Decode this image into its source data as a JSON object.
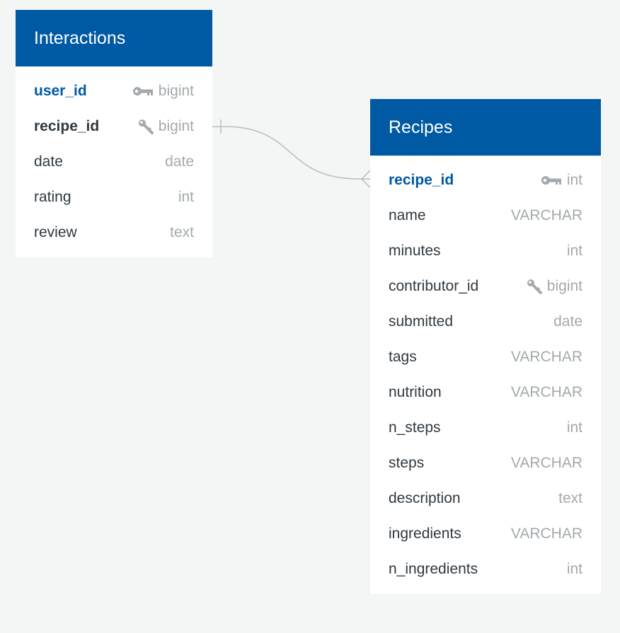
{
  "tables": [
    {
      "id": "interactions",
      "title": "Interactions",
      "columns": [
        {
          "name": "user_id",
          "type": "bigint",
          "key": "primary",
          "icon": "key-icon"
        },
        {
          "name": "recipe_id",
          "type": "bigint",
          "key": "foreign",
          "icon": "foreign-key-icon"
        },
        {
          "name": "date",
          "type": "date",
          "key": "",
          "icon": ""
        },
        {
          "name": "rating",
          "type": "int",
          "key": "",
          "icon": ""
        },
        {
          "name": "review",
          "type": "text",
          "key": "",
          "icon": ""
        }
      ]
    },
    {
      "id": "recipes",
      "title": "Recipes",
      "columns": [
        {
          "name": "recipe_id",
          "type": "int",
          "key": "primary",
          "icon": "key-icon"
        },
        {
          "name": "name",
          "type": "VARCHAR",
          "key": "",
          "icon": ""
        },
        {
          "name": "minutes",
          "type": "int",
          "key": "",
          "icon": ""
        },
        {
          "name": "contributor_id",
          "type": "bigint",
          "key": "foreign-plain",
          "icon": "foreign-key-icon"
        },
        {
          "name": "submitted",
          "type": "date",
          "key": "",
          "icon": ""
        },
        {
          "name": "tags",
          "type": "VARCHAR",
          "key": "",
          "icon": ""
        },
        {
          "name": "nutrition",
          "type": "VARCHAR",
          "key": "",
          "icon": ""
        },
        {
          "name": "n_steps",
          "type": "int",
          "key": "",
          "icon": ""
        },
        {
          "name": "steps",
          "type": "VARCHAR",
          "key": "",
          "icon": ""
        },
        {
          "name": "description",
          "type": "text",
          "key": "",
          "icon": ""
        },
        {
          "name": "ingredients",
          "type": "VARCHAR",
          "key": "",
          "icon": ""
        },
        {
          "name": "n_ingredients",
          "type": "int",
          "key": "",
          "icon": ""
        }
      ]
    }
  ],
  "relations": [
    {
      "from_table": "interactions",
      "from_column": "recipe_id",
      "from_end": "one",
      "to_table": "recipes",
      "to_column": "recipe_id",
      "to_end": "many"
    }
  ],
  "colors": {
    "background": "#f4f5f5",
    "header": "#005aa3",
    "primary_key_text": "#005aa3",
    "text": "#2f3940",
    "type_text": "#a3a9ad",
    "relation_line": "#b9bcbe"
  }
}
